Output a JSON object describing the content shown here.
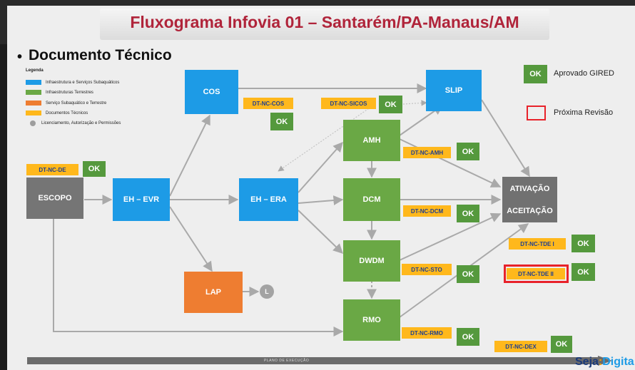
{
  "header": {
    "title": "Fluxograma Infovia 01 – Santarém/PA-Manaus/AM",
    "bullet": "•",
    "subtitle": "Documento Técnico"
  },
  "legend": {
    "title": "Legenda",
    "items": [
      {
        "label": "Infraestrutura e Serviços Subaquáticos",
        "color": "#1d9be6"
      },
      {
        "label": "Infraestruturas Terrestres",
        "color": "#6aa845"
      },
      {
        "label": "Serviço Subaquático e Terrestre",
        "color": "#ee7d31"
      },
      {
        "label": "Documentos Técnicos",
        "color": "#ffb81c"
      },
      {
        "label": "Licenciamento, Autorização e Permissões",
        "icon": "L",
        "color": "#9e9e9e"
      }
    ]
  },
  "status_legend": {
    "ok_label": "OK",
    "approved_label": "Aprovado GIRED",
    "next_review_label": "Próxima Revisão"
  },
  "nodes": {
    "cos": "COS",
    "slip": "SLIP",
    "amh": "AMH",
    "dcm": "DCM",
    "dwdm": "DWDM",
    "rmo": "RMO",
    "escopo": "ESCOPO",
    "eh_evr": "EH – EVR",
    "eh_era": "EH – ERA",
    "lap": "LAP",
    "lap_circle": "L",
    "ativacao": "ATIVAÇÃO",
    "aceitacao": "ACEITAÇÃO"
  },
  "documents": {
    "de": "DT-NC-DE",
    "cos": "DT-NC-COS",
    "sicos": "DT-NC-SICOS",
    "amh": "DT-NC-AMH",
    "dcm": "DT-NC-DCM",
    "sto": "DT-NC-STO",
    "rmo": "DT-NC-RMO",
    "tde_i": "DT-NC-TDE I",
    "tde_ii": "DT-NC-TDE II",
    "dex": "DT-NC-DEX"
  },
  "ok": "OK",
  "timeline_label": "PLANO DE EXECUÇÃO",
  "brand": {
    "part1": "Seja",
    "sep": ":",
    "part2": "Digita"
  }
}
